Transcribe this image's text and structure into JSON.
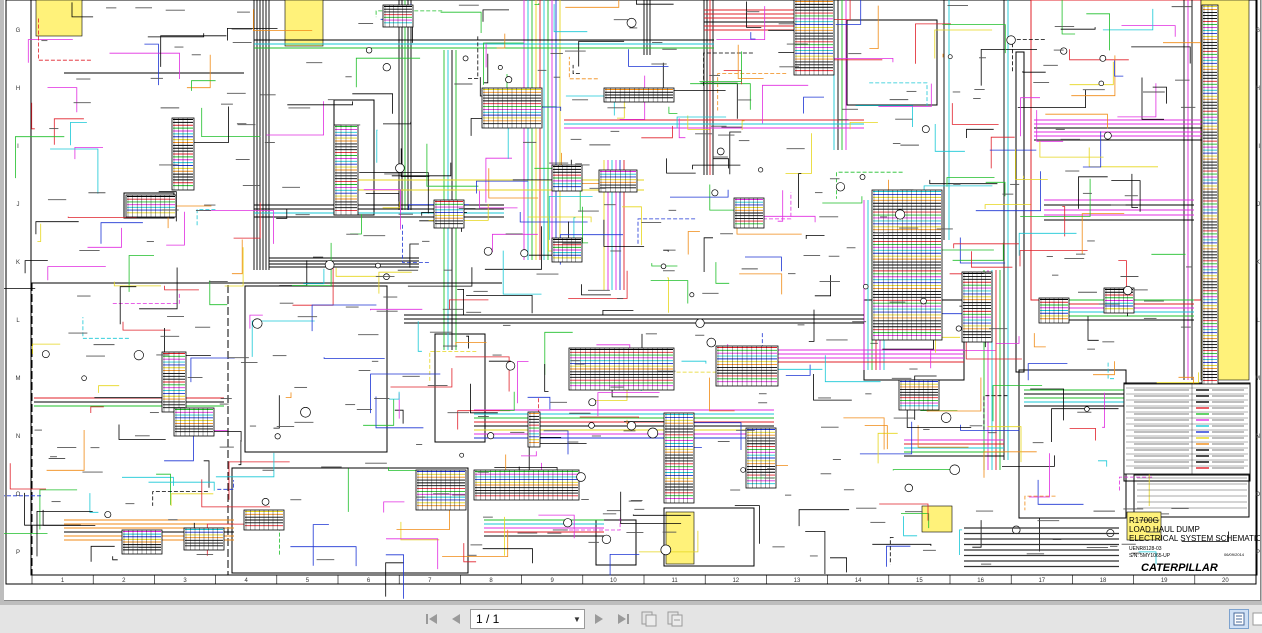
{
  "document": {
    "title_block": {
      "model": "R1700G",
      "line1": "LOAD HAUL DUMP",
      "line2": "ELECTRICAL SYSTEM SCHEMATIC",
      "part_no": "UENR8128-03",
      "serial": "S/N: 5MY1065-UP",
      "date": "06/09/2014",
      "brand": "CATERPILLAR"
    },
    "grid_columns": [
      "1",
      "2",
      "3",
      "4",
      "5",
      "6",
      "7",
      "8",
      "9",
      "10",
      "11",
      "12",
      "13",
      "14",
      "15",
      "16",
      "17",
      "18",
      "19",
      "20"
    ],
    "grid_rows": [
      "G",
      "H",
      "I",
      "J",
      "K",
      "L",
      "M",
      "N",
      "O",
      "P"
    ]
  },
  "toolbar": {
    "first_page_icon": "first-page-icon",
    "prev_page_icon": "previous-page-icon",
    "page_indicator": "1 / 1",
    "next_page_icon": "next-page-icon",
    "last_page_icon": "last-page-icon",
    "fit_page_icon": "fit-page-icon",
    "fit_width_icon": "fit-width-icon",
    "single_page_icon": "single-page-view-icon"
  },
  "colors": {
    "wire_black": "#000000",
    "wire_red": "#e0202a",
    "wire_green": "#1fbf2a",
    "wire_magenta": "#e02ce0",
    "wire_cyan": "#17c7d6",
    "wire_blue": "#1c34d4",
    "wire_orange": "#f08a14",
    "wire_yellow": "#e6d61c",
    "highlight_yellow": "#fff27a"
  }
}
